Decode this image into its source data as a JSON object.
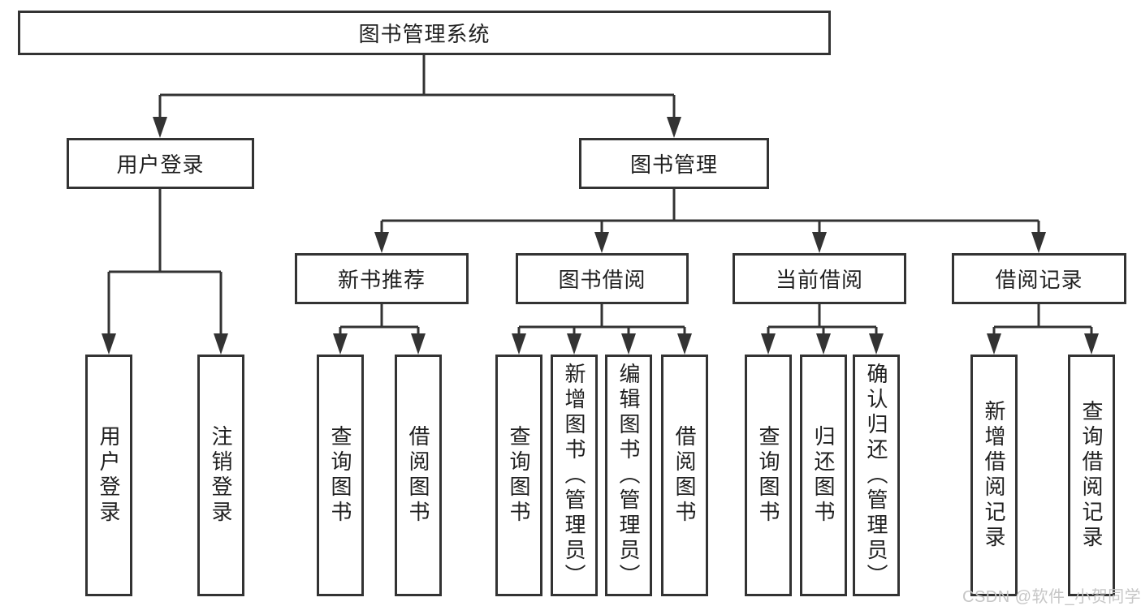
{
  "nodes": {
    "root": "图书管理系统",
    "level2": [
      "用户登录",
      "图书管理"
    ],
    "level3": [
      "新书推荐",
      "图书借阅",
      "当前借阅",
      "借阅记录"
    ],
    "leaves": {
      "user_login": [
        "用户登录",
        "注销登录"
      ],
      "new_book": [
        "查询图书",
        "借阅图书"
      ],
      "book_borrow": [
        "查询图书",
        "新增图书（管理员）",
        "编辑图书（管理员）",
        "借阅图书"
      ],
      "current_borrow": [
        "查询图书",
        "归还图书",
        "确认归还（管理员）"
      ],
      "borrow_record": [
        "新增借阅记录",
        "查询借阅记录"
      ]
    }
  },
  "watermark": "CSDN @软件_小贺同学",
  "colors": {
    "line": "#333333",
    "text": "#1f1f1f",
    "background": "#ffffff",
    "watermark": "#c6c6c6"
  }
}
